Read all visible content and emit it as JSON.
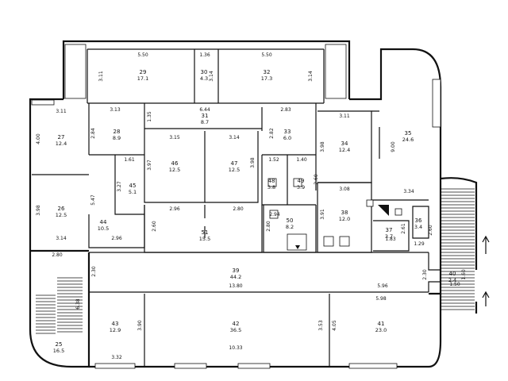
{
  "rooms": [
    {
      "n": "29",
      "a": "17.1"
    },
    {
      "n": "30",
      "a": "4.3"
    },
    {
      "n": "32",
      "a": "17.3"
    },
    {
      "n": "31",
      "a": "8.7"
    },
    {
      "n": "28",
      "a": "8.9"
    },
    {
      "n": "33",
      "a": "6.0"
    },
    {
      "n": "27",
      "a": "12.4"
    },
    {
      "n": "34",
      "a": "12.4"
    },
    {
      "n": "35",
      "a": "24.6"
    },
    {
      "n": "46",
      "a": "12.5"
    },
    {
      "n": "47",
      "a": "12.5"
    },
    {
      "n": "45",
      "a": "5.1"
    },
    {
      "n": "26",
      "a": "12.5"
    },
    {
      "n": "44",
      "a": "10.5"
    },
    {
      "n": "48",
      "a": "3.8"
    },
    {
      "n": "49",
      "a": "3.9"
    },
    {
      "n": "38",
      "a": "12.0"
    },
    {
      "n": "36",
      "a": "3.4"
    },
    {
      "n": "51",
      "a": "15.5"
    },
    {
      "n": "50",
      "a": "8.2"
    },
    {
      "n": "37",
      "a": "3.7"
    },
    {
      "n": "39",
      "a": "44.2"
    },
    {
      "n": "40",
      "a": "2.4"
    },
    {
      "n": "43",
      "a": "12.9"
    },
    {
      "n": "42",
      "a": "36.5"
    },
    {
      "n": "41",
      "a": "23.0"
    },
    {
      "n": "25",
      "a": "16.5"
    }
  ],
  "dims": [
    "5.50",
    "1.36",
    "5.50",
    "3.11",
    "3.14",
    "3.14",
    "3.11",
    "3.13",
    "6.44",
    "2.83",
    "3.11",
    "1.35",
    "2.84",
    "2.82",
    "4.00",
    "3.15",
    "3.14",
    "3.98",
    "9.00",
    "3.97",
    "3.98",
    "1.61",
    "1.52",
    "1.40",
    "2.60",
    "3.08",
    "3.34",
    "3.27",
    "5.47",
    "3.98",
    "2.96",
    "2.80",
    "2.94",
    "3.91",
    "2.61",
    "2.60",
    "2.60",
    "2.80",
    "1.83",
    "1.29",
    "3.14",
    "2.96",
    "2.80",
    "2.30",
    "13.80",
    "5.96",
    "2.30",
    "1.60",
    "1.50",
    "5.98",
    "6.38",
    "3.90",
    "3.53",
    "4.05",
    "3.32",
    "10.33"
  ]
}
